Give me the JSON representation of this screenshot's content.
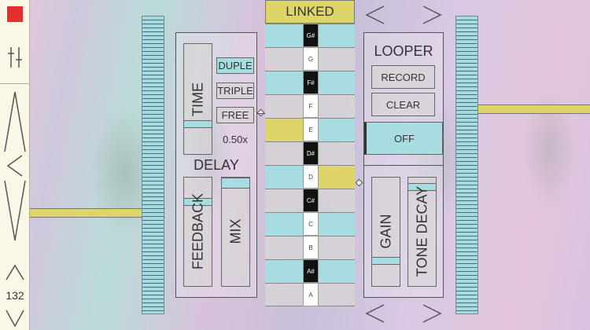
{
  "sidebar": {
    "record_color": "#e53030",
    "bpm": "132"
  },
  "keyboard": {
    "linked_label": "LINKED",
    "keys": [
      "G#",
      "G",
      "F#",
      "F",
      "E",
      "D#",
      "D",
      "C#",
      "C",
      "B",
      "A#",
      "A"
    ],
    "black_keys": [
      "G#",
      "F#",
      "D#",
      "C#",
      "A#"
    ]
  },
  "delay": {
    "title": "DELAY",
    "time_label": "TIME",
    "modes": [
      "DUPLE",
      "TRIPLE",
      "FREE"
    ],
    "active_mode": "DUPLE",
    "rate": "0.50x",
    "feedback_label": "FEEDBACK",
    "mix_label": "MIX"
  },
  "looper": {
    "title": "LOOPER",
    "record_label": "RECORD",
    "clear_label": "CLEAR",
    "state_label": "OFF",
    "gain_label": "GAIN",
    "tone_decay_label": "TONE DECAY"
  },
  "colors": {
    "accent_blue": "#a7dde0",
    "accent_yellow": "#ddd56a",
    "record_red": "#e53030"
  }
}
